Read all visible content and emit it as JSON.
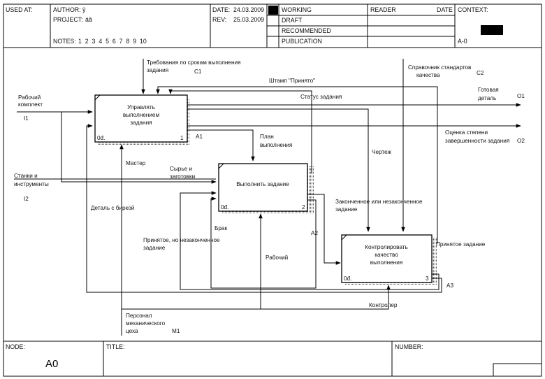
{
  "header": {
    "used_at": "USED AT:",
    "author_label": "AUTHOR:",
    "author_value": "ÿ",
    "project_label": "PROJECT:",
    "project_value": "áâ",
    "notes_label": "NOTES:",
    "notes_numbers": "1  2  3  4  5  6  7  8  9  10",
    "date_label": "DATE:",
    "date_value": "24.03.2009",
    "rev_label": "REV:",
    "rev_value": "25.03.2009",
    "status": [
      "WORKING",
      "DRAFT",
      "RECOMMENDED",
      "PUBLICATION"
    ],
    "reader_label": "READER",
    "reader_date_label": "DATE",
    "context_label": "CONTEXT:",
    "context_node": "A-0"
  },
  "footer": {
    "node_label": "NODE:",
    "node_value": "A0",
    "title_label": "TITLE:",
    "number_label": "NUMBER:"
  },
  "activities": [
    {
      "line1": "Управлять",
      "line2": "выполнением",
      "line3": "задания",
      "cost": "0đ.",
      "num": "1",
      "code": "A1"
    },
    {
      "line1": "Выполнить задание",
      "cost": "0đ.",
      "num": "2",
      "code": "A2"
    },
    {
      "line1": "Контролировать",
      "line2": "качество",
      "line3": "выполнения",
      "cost": "0đ.",
      "num": "3",
      "code": "A3"
    }
  ],
  "labels": {
    "c1_line1": "Требования по срокам выполнения",
    "c1_line2": "задания",
    "c1_code": "C1",
    "c2_line1": "Справочник стандартов",
    "c2_line2": "качества",
    "c2_code": "C2",
    "stamp": "Штамп \"Принято\"",
    "status": "Статус задания",
    "i1_line1": "Рабочий",
    "i1_line2": "комплект",
    "i1_code": "I1",
    "i2_line1": "Станки и",
    "i2_line2": "инструменты",
    "i2_code": "I2",
    "o1_line1": "Готовая",
    "o1_line2": "деталь",
    "o1_code": "O1",
    "o2_line1": "Оценка степени",
    "o2_line2": "завершенности задания",
    "o2_code": "O2",
    "plan_line1": "План",
    "plan_line2": "выполнения",
    "drawing": "Чертеж",
    "master": "Мастер",
    "raw_line1": "Сырье и",
    "raw_line2": "заготовки",
    "tagged": "Деталь с биркой",
    "finished_line1": "Законченное или незаконченное",
    "finished_line2": "задание",
    "defect": "Брак",
    "accepted_unfinished_line1": "Принятое, но незаконченное",
    "accepted_unfinished_line2": "задание",
    "worker": "Рабочий",
    "accepted_task": "Принятое задание",
    "controller": "Контролер",
    "m1_line1": "Персонал",
    "m1_line2": "механического",
    "m1_line3": "цеха",
    "m1_code": "M1"
  }
}
